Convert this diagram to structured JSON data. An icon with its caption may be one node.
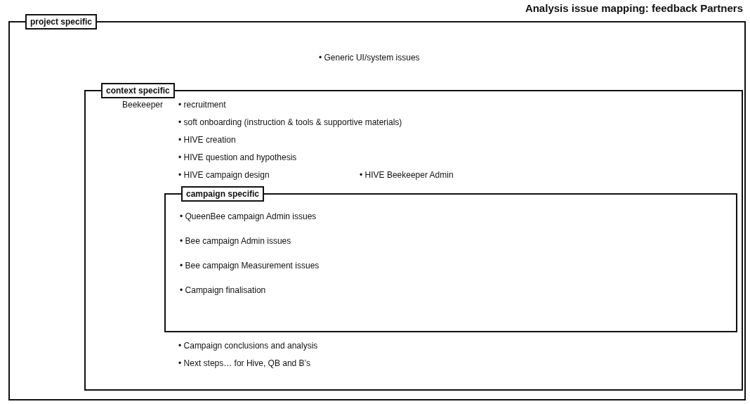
{
  "diagram": {
    "title": "Analysis issue mapping: feedback Partners",
    "nodes": [
      {
        "text": [
          "project specific",
          "• Generic UI/system issues"
        ]
      },
      {
        "text": [
          "context specific",
          "Beekeeper",
          "• recruitment",
          "• soft onboarding  (instruction & tools & supportive materials)",
          "• HIVE creation",
          "• HIVE question and hypothesis",
          "• HIVE campaign design",
          "• HIVE Beekeeper Admin",
          "• Campaign conclusions and analysis",
          "• Next steps… for Hive, QB and B’s"
        ],
        "in": 0
      },
      {
        "text": [
          "campaign specific",
          "• QueenBee campaign Admin issues",
          "• Bee campaign Admin issues",
          "• Bee campaign Measurement issues",
          "• Campaign finalisation"
        ],
        "in": 1
      }
    ]
  }
}
